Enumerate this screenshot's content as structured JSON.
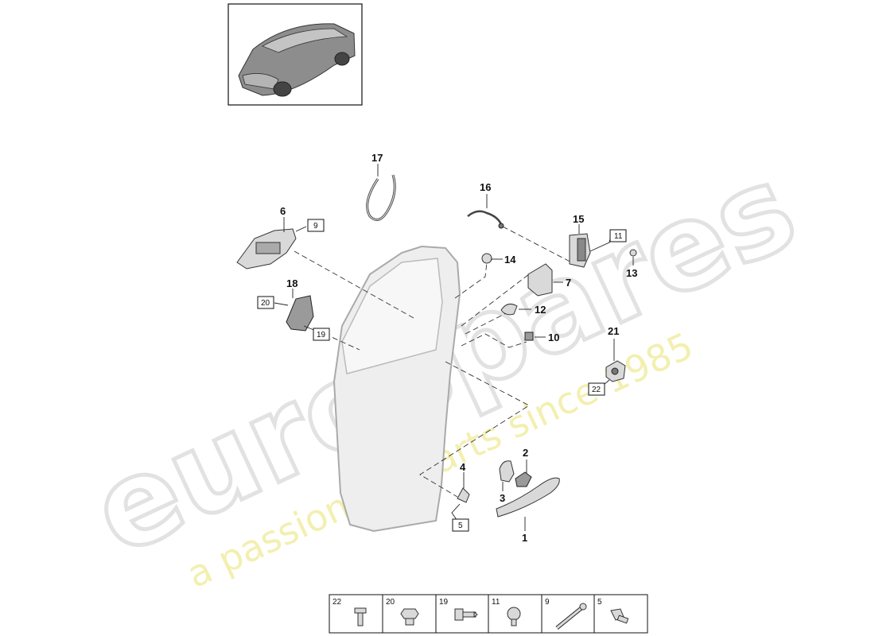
{
  "watermark": {
    "brand": "eurospares",
    "tagline": "a passion for parts since 1985"
  },
  "callouts": [
    {
      "id": "c1",
      "label": "1"
    },
    {
      "id": "c2",
      "label": "2"
    },
    {
      "id": "c3",
      "label": "3"
    },
    {
      "id": "c4",
      "label": "4"
    },
    {
      "id": "c6",
      "label": "6"
    },
    {
      "id": "c7",
      "label": "7"
    },
    {
      "id": "c10",
      "label": "10"
    },
    {
      "id": "c12",
      "label": "12"
    },
    {
      "id": "c13",
      "label": "13"
    },
    {
      "id": "c14",
      "label": "14"
    },
    {
      "id": "c15",
      "label": "15"
    },
    {
      "id": "c16",
      "label": "16"
    },
    {
      "id": "c17",
      "label": "17"
    },
    {
      "id": "c18",
      "label": "18"
    },
    {
      "id": "c21",
      "label": "21"
    }
  ],
  "boxed_refs": [
    {
      "id": "b5",
      "label": "5"
    },
    {
      "id": "b9",
      "label": "9"
    },
    {
      "id": "b11",
      "label": "11"
    },
    {
      "id": "b19",
      "label": "19"
    },
    {
      "id": "b20",
      "label": "20"
    },
    {
      "id": "b22",
      "label": "22"
    }
  ],
  "fastener_table": [
    "22",
    "20",
    "19",
    "11",
    "9",
    "5"
  ],
  "colors": {
    "line": "#222222",
    "part": "#d9d9d9",
    "watermark": "#e2e2e2",
    "tagline": "#f3efb0"
  }
}
